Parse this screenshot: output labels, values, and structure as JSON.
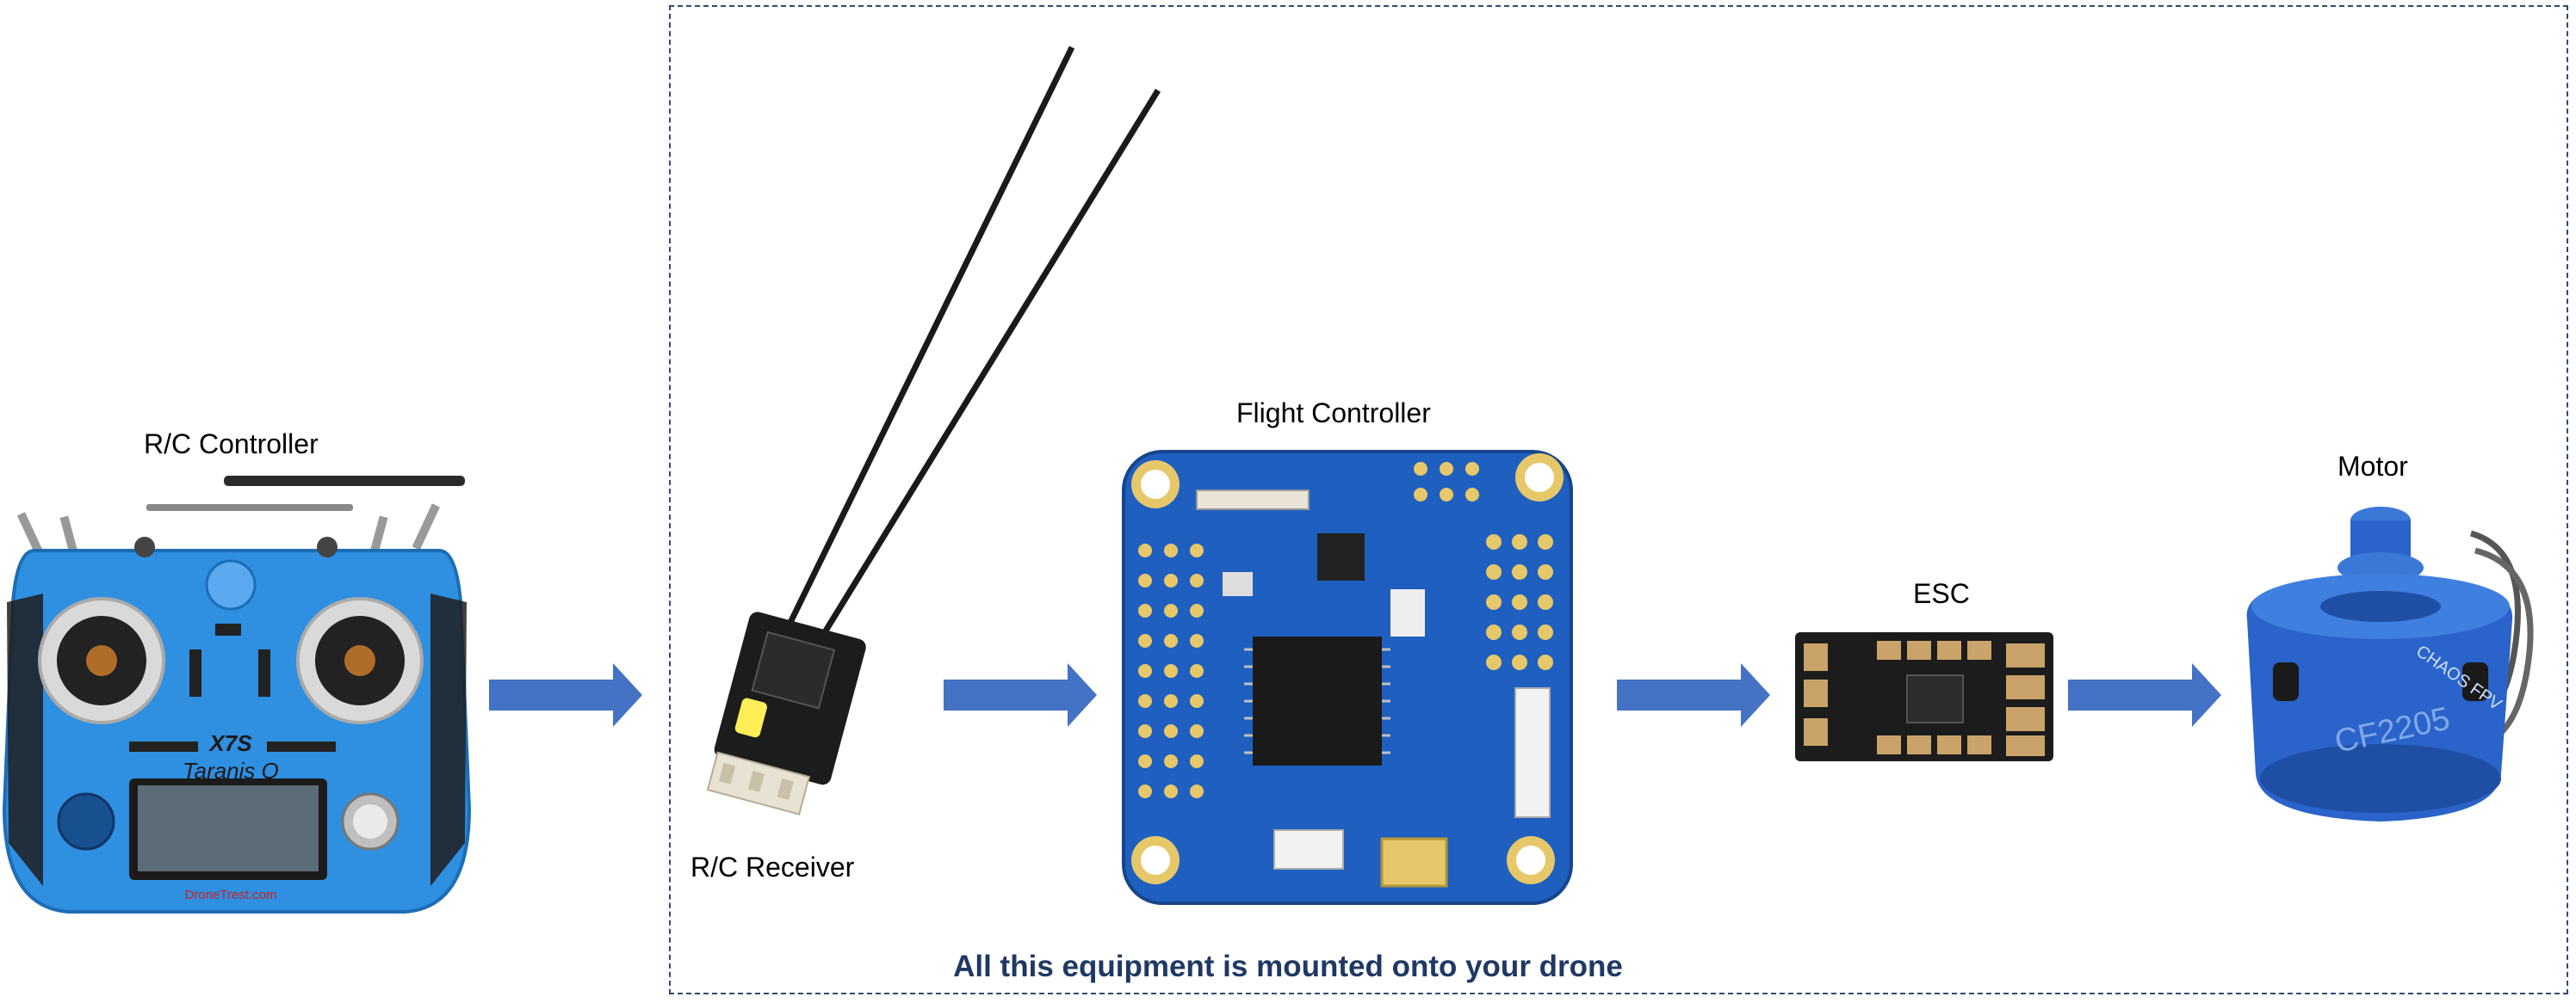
{
  "labels": {
    "controller": "R/C Controller",
    "receiver": "R/C Receiver",
    "flight_controller": "Flight Controller",
    "esc": "ESC",
    "motor": "Motor"
  },
  "footer": "All this equipment is mounted onto your drone",
  "device_text": {
    "model": "X7S",
    "brand": "Taranis Q",
    "watermark": "DroneTrest.com",
    "motor_model": "CF2205",
    "motor_brand": "CHAOS FPV"
  },
  "colors": {
    "arrow": "#4472c4",
    "frame": "#2f4a73",
    "footer": "#1f3864",
    "pcb_blue": "#1f5fbf",
    "controller_blue": "#2f8fe0",
    "motor_blue": "#2a63c9"
  }
}
